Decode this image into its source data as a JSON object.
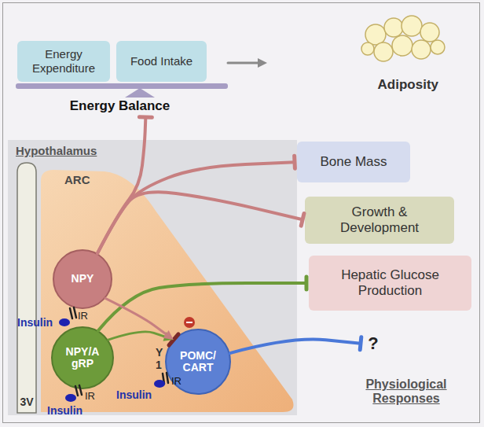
{
  "diagram": {
    "nodes": [
      {
        "text": [
          "Energy Expenditure"
        ]
      },
      {
        "text": [
          "Food Intake"
        ]
      },
      {
        "text": [
          "Energy Balance"
        ]
      },
      {
        "text": [
          "Adiposity"
        ]
      },
      {
        "text": [
          "Bone Mass"
        ]
      },
      {
        "text": [
          "Growth & Development"
        ]
      },
      {
        "text": [
          "Hepatic Glucose Production"
        ]
      },
      {
        "text": [
          "?"
        ]
      },
      {
        "text": [
          "Hypothalamus"
        ]
      },
      {
        "text": [
          "3V"
        ],
        "in": 8
      },
      {
        "text": [
          "ARC"
        ],
        "in": 8
      },
      {
        "text": [
          "NPY"
        ],
        "in": 10
      },
      {
        "text": [
          "NPY/A gRP"
        ],
        "in": 10
      },
      {
        "text": [
          "POMC/CART"
        ],
        "in": 10
      }
    ],
    "edges": [
      {
        "from": 2,
        "to": 3,
        "arrow": "to"
      },
      {
        "from": 11,
        "to": 2,
        "arrow": "to"
      },
      {
        "from": 11,
        "to": 4,
        "arrow": "to"
      },
      {
        "from": 11,
        "to": 5,
        "arrow": "to"
      },
      {
        "from": 12,
        "to": 6,
        "arrow": "to"
      },
      {
        "from": 12,
        "to": 13,
        "arrow": "to"
      },
      {
        "from": 11,
        "to": 13,
        "arrow": "to"
      },
      {
        "from": 13,
        "to": 7,
        "arrow": "to"
      }
    ],
    "labels": [
      "IR",
      "Insulin",
      "IR",
      "Insulin",
      "IR",
      "Insulin",
      "Y 1",
      "Physiological Responses"
    ]
  }
}
